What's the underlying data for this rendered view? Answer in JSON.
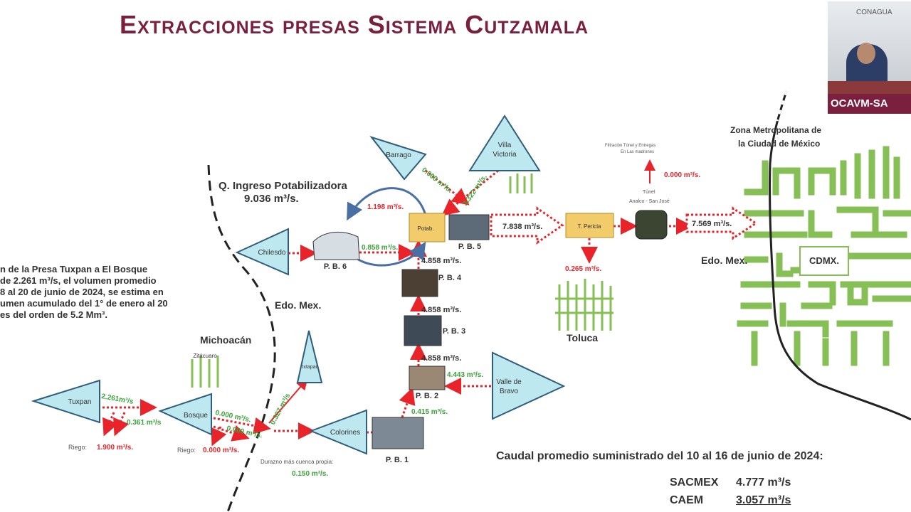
{
  "title": "Extracciones presas Sistema Cutzamala",
  "webcam": {
    "banner": "OCAVM-SA",
    "logo": "CONAGUA"
  },
  "potabilizadora": {
    "label": "Q. Ingreso Potabilizadora",
    "value": "9.036 m³/s."
  },
  "regions": {
    "michoacan": "Michoacán",
    "edomex_left": "Edo. Mex.",
    "edomex_right": "Edo. Mex.",
    "zmcm_line1": "Zona Metropolitana de",
    "zmcm_line2": "la Ciudad de México",
    "cdmx": "CDMX.",
    "toluca": "Toluca"
  },
  "paragraph": [
    "n de la Presa  Tuxpan a El Bosque",
    "de 2.261 m³/s, el volumen promedio",
    "8 al 20 de junio de 2024, se estima en",
    "umen acumulado del 1° de enero al 20",
    " es del orden de 5.2 Mm³."
  ],
  "dams": {
    "tuxpan": "Tuxpan",
    "bosque": "Bosque",
    "colorines": "Colorines",
    "valle_de_bravo": [
      "Valle de",
      "Bravo"
    ],
    "chilesdo": "Chilesdo",
    "villa_victoria": [
      "Villa",
      "Victoria"
    ],
    "barrago": "Barrago",
    "ixtapan": "Ixtapan"
  },
  "stations": {
    "pb1": "P. B. 1",
    "pb2": "P. B. 2",
    "pb3": "P. B. 3",
    "pb4": "P. B. 4",
    "pb5": "P. B. 5",
    "pb6": "P. B. 6",
    "potab": "Potab.",
    "tpericia": "T. Pericia",
    "tuxpan_small": "Zitácuaro"
  },
  "flows": {
    "tuxpan_out": "2.261m³/s",
    "tuxpan_split": "0.361 m³/s",
    "riego_tuxpan_label": "Riego:",
    "riego_tuxpan": "1.900 m³/s.",
    "bosque_out": "0.000 m³/s.",
    "bosque_out2": "0.000 m³/s.",
    "riego_bosque_label": "Riego:",
    "riego_bosque": "0.000 m³/s.",
    "ixtapan_flow": "0.327 m³/s",
    "durazno_label": "Durazno más cuenca propia:",
    "durazno_value": "0.150 m³/s.",
    "colorines_pb1": "0.415 m³/s.",
    "valle_pb2": "4.443 m³/s.",
    "pb2_pb3": "4.858 m³/s.",
    "pb3_pb4": "4.858 m³/s.",
    "pb4_potab": "4.858 m³/s.",
    "chilesdo_pb6": "0.858 m³/s.",
    "recirc": "1.198 m³/s.",
    "barrago_flow": "0.000 m³/s.",
    "villa_flow": "3.322 m³/s.",
    "main_out": "7.838 m³/s.",
    "toluca_out": "0.265 m³/s.",
    "final_out": "7.569 m³/s.",
    "up_flow": "0.000 m³/s.",
    "small_note1": "Filtración Túnel y Entregas",
    "small_note2": "En Las madrones",
    "tunel_label1": "Túnel",
    "tunel_label2": "Analco - San José"
  },
  "caudal_title": "Caudal promedio suministrado del 10 al 16 de junio de 2024:",
  "supply": {
    "sacmex_label": "SACMEX",
    "sacmex_value": "4.777 m³/s",
    "caem_label": "CAEM",
    "caem_value": "3.057 m³/s"
  },
  "colors": {
    "title": "#7a1f3d",
    "flow_red": "#e8242a",
    "flow_green": "#3aa43a",
    "dam_fill": "#bde8ef",
    "dam_stroke": "#2f5d7a",
    "city_green": "#86bf56"
  }
}
